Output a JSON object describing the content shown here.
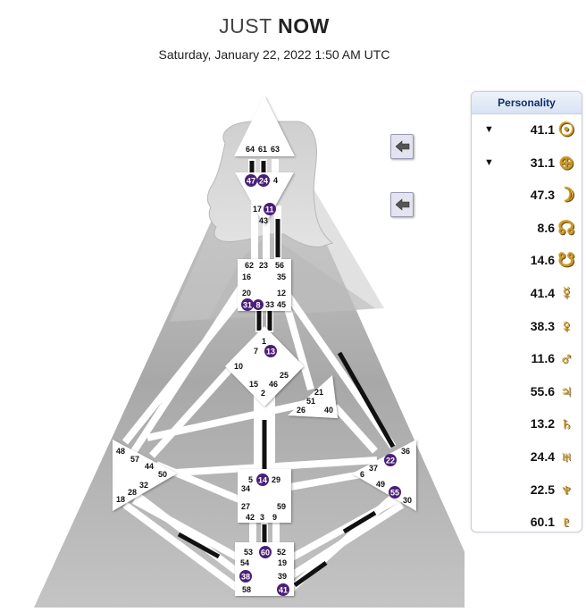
{
  "header": {
    "title_light": "JUST ",
    "title_bold": "NOW",
    "datetime": "Saturday, January 22, 2022 1:50 AM UTC"
  },
  "colors": {
    "activated_gate": "#4a1f7a",
    "channel_black": "#111111",
    "center_white": "#ffffff",
    "planet_gold": "#c9972e",
    "panel_header_text": "#0f2f6b"
  },
  "controls": {
    "top_arrow_icon": "arrow-left-icon",
    "bottom_arrow_icon": "arrow-left-icon"
  },
  "personality": {
    "header": "Personality",
    "rows": [
      {
        "value": "41.1",
        "icon": "sun-icon",
        "glyph": "☉",
        "expanded": true
      },
      {
        "value": "31.1",
        "icon": "earth-icon",
        "glyph": "⊕",
        "expanded": true
      },
      {
        "value": "47.3",
        "icon": "moon-icon",
        "glyph": "☽",
        "expanded": false
      },
      {
        "value": "8.6",
        "icon": "north-node-icon",
        "glyph": "☊",
        "expanded": false
      },
      {
        "value": "14.6",
        "icon": "south-node-icon",
        "glyph": "☋",
        "expanded": false
      },
      {
        "value": "41.4",
        "icon": "mercury-icon",
        "glyph": "☿",
        "expanded": false
      },
      {
        "value": "38.3",
        "icon": "venus-icon",
        "glyph": "♀",
        "expanded": false
      },
      {
        "value": "11.6",
        "icon": "mars-icon",
        "glyph": "♂",
        "expanded": false
      },
      {
        "value": "55.6",
        "icon": "jupiter-icon",
        "glyph": "♃",
        "expanded": false
      },
      {
        "value": "13.2",
        "icon": "saturn-icon",
        "glyph": "♄",
        "expanded": false
      },
      {
        "value": "24.4",
        "icon": "uranus-icon",
        "glyph": "♅",
        "expanded": false
      },
      {
        "value": "22.5",
        "icon": "neptune-icon",
        "glyph": "♆",
        "expanded": false
      },
      {
        "value": "60.1",
        "icon": "pluto-icon",
        "glyph": "♇",
        "expanded": false
      }
    ]
  },
  "bodygraph": {
    "head": {
      "gates": [
        "64",
        "61",
        "63"
      ]
    },
    "ajna": {
      "gates": [
        "47",
        "24",
        "4",
        "17",
        "11",
        "43"
      ],
      "activated": [
        "47",
        "24",
        "11"
      ]
    },
    "throat": {
      "gates": [
        "62",
        "23",
        "56",
        "16",
        "35",
        "20",
        "12",
        "31",
        "8",
        "33",
        "45"
      ],
      "activated": [
        "31",
        "8"
      ]
    },
    "g_center": {
      "gates": [
        "1",
        "7",
        "13",
        "10",
        "25",
        "15",
        "46",
        "2"
      ],
      "activated": [
        "13"
      ]
    },
    "ego": {
      "gates": [
        "21",
        "51",
        "26",
        "40"
      ]
    },
    "spleen": {
      "gates": [
        "48",
        "57",
        "44",
        "50",
        "32",
        "28",
        "18"
      ]
    },
    "solar_plexus": {
      "gates": [
        "36",
        "22",
        "6",
        "37",
        "49",
        "55",
        "30"
      ],
      "activated": [
        "22",
        "55"
      ]
    },
    "sacral": {
      "gates": [
        "5",
        "14",
        "29",
        "34",
        "27",
        "59",
        "42",
        "3",
        "9"
      ],
      "activated": [
        "14"
      ]
    },
    "root": {
      "gates": [
        "53",
        "60",
        "52",
        "54",
        "19",
        "38",
        "39",
        "58",
        "41"
      ],
      "activated": [
        "60",
        "38",
        "41"
      ]
    }
  }
}
